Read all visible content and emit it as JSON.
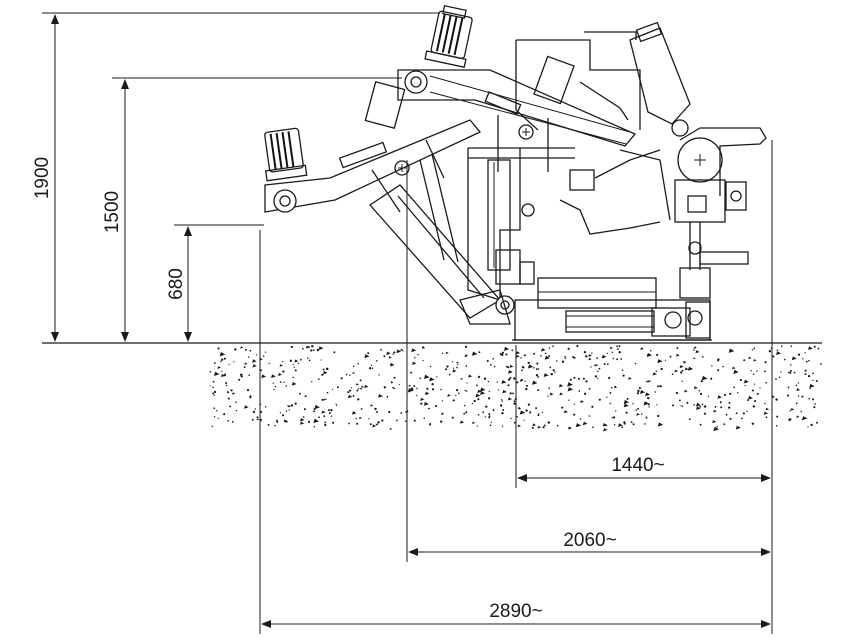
{
  "dimensions": {
    "height_1900": "1900",
    "height_1500": "1500",
    "height_680": "680",
    "length_1440": "1440~",
    "length_2060": "2060~",
    "length_2890": "2890~"
  },
  "colors": {
    "line": "#1a1a1a",
    "background": "#ffffff"
  }
}
